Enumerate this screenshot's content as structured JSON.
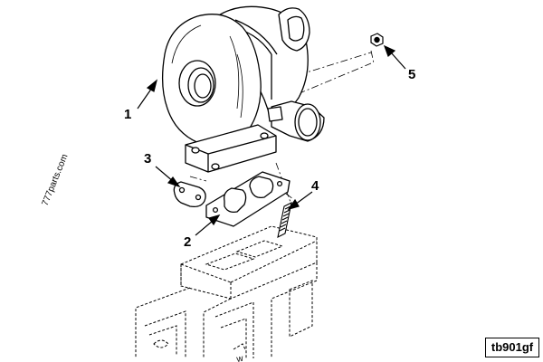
{
  "callouts": {
    "turbocharger": "1",
    "gasket": "2",
    "plate": "3",
    "stud": "4",
    "nut": "5"
  },
  "watermark": {
    "primary": "777parts.com",
    "secondary": "w"
  },
  "figure_code": "tb901gf",
  "colors": {
    "line": "#000000",
    "background": "#ffffff"
  }
}
